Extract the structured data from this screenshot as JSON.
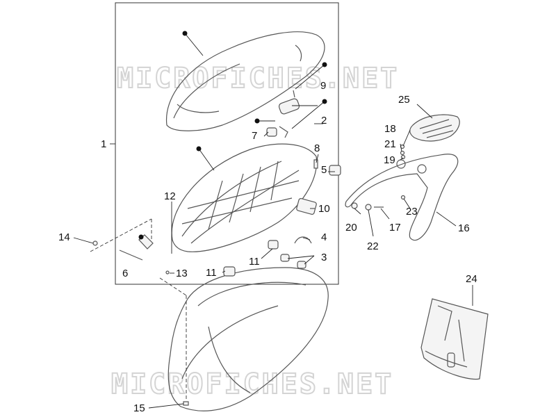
{
  "watermark": "MICROFICHES.NET",
  "callouts": [
    "1",
    "2",
    "3",
    "4",
    "5",
    "6",
    "7",
    "8",
    "9",
    "10",
    "11",
    "11",
    "12",
    "13",
    "14",
    "15",
    "16",
    "17",
    "18",
    "19",
    "20",
    "21",
    "22",
    "23",
    "24",
    "25"
  ]
}
